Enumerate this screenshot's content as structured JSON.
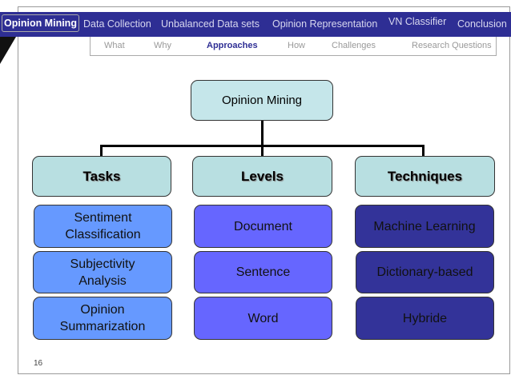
{
  "nav": {
    "items": [
      "Opinion Mining",
      "Data Collection",
      "Unbalanced Data sets",
      "Opinion Representation",
      "VN Classifier",
      "Conclusion"
    ]
  },
  "subnav": {
    "items": [
      "What",
      "Why",
      "Approaches",
      "How",
      "Challenges",
      "Research Questions"
    ],
    "active": "Approaches"
  },
  "diagram": {
    "root": "Opinion Mining",
    "categories": [
      {
        "label": "Tasks",
        "items": [
          "Sentiment Classification",
          "Subjectivity Analysis",
          "Opinion Summarization"
        ]
      },
      {
        "label": "Levels",
        "items": [
          "Document",
          "Sentence",
          "Word"
        ]
      },
      {
        "label": "Techniques",
        "items": [
          "Machine Learning",
          "Dictionary-based",
          "Hybride"
        ]
      }
    ]
  },
  "colors": {
    "nav": "#2e2e94",
    "tasks": "#6699ff",
    "levels": "#6666ff",
    "techniques": "#333399",
    "header_box": "#b8dfe1"
  },
  "page_number": "16"
}
